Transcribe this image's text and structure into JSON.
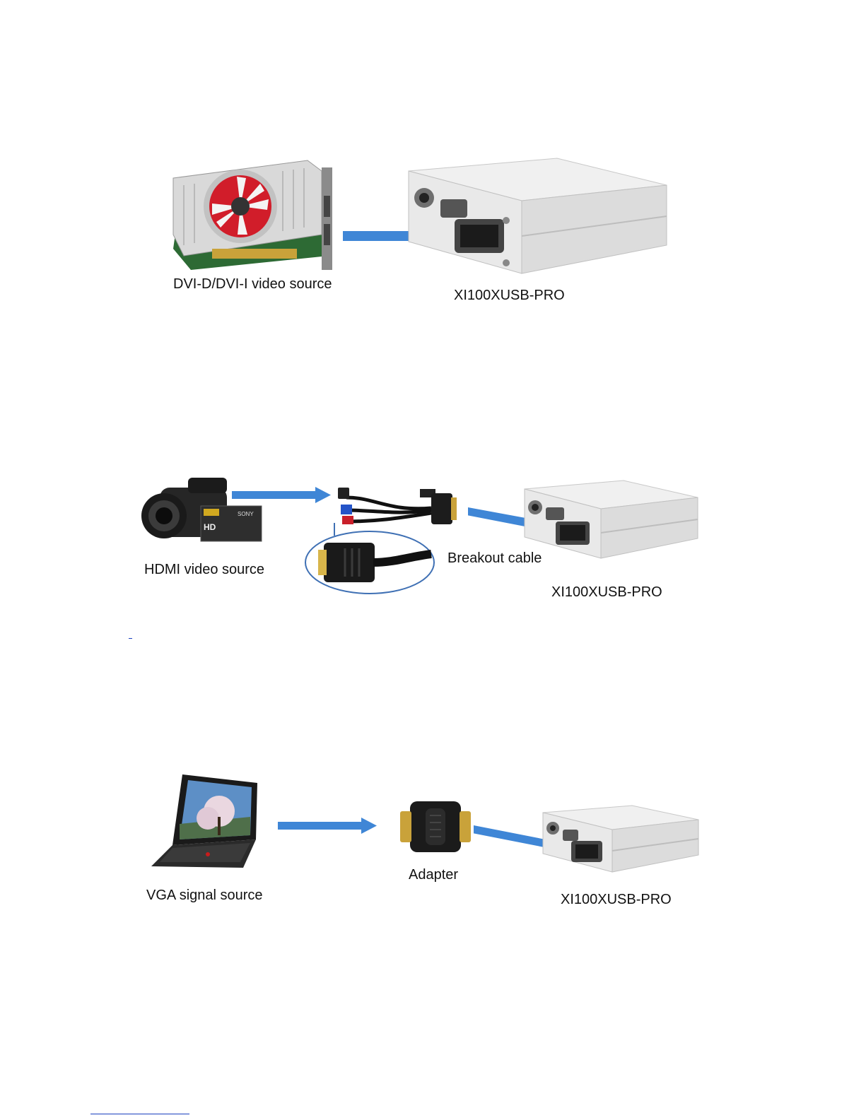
{
  "diagrams": [
    {
      "source_label": "DVI-D/DVI-I video source",
      "target_label": "XI100XUSB-PRO"
    },
    {
      "source_label": "HDMI video source",
      "middle_label": "Breakout cable",
      "target_label": "XI100XUSB-PRO"
    },
    {
      "source_label": "VGA signal source",
      "middle_label": "Adapter",
      "target_label": "XI100XUSB-PRO"
    }
  ],
  "colors": {
    "arrow": "#3f86d6",
    "device_body": "#e6e6e6",
    "label_text": "#111111"
  },
  "icons": [
    "graphics-card-icon",
    "capture-box-icon",
    "camcorder-icon",
    "breakout-cable-icon",
    "hdmi-plug-icon",
    "laptop-icon",
    "vga-adapter-icon",
    "arrow-icon"
  ]
}
